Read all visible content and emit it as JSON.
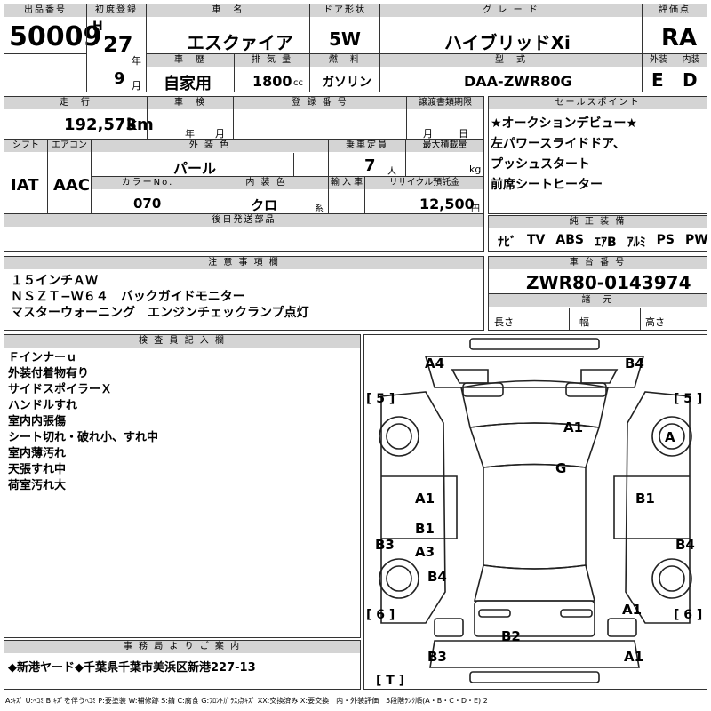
{
  "header": {
    "lot_label": "出品番号",
    "lot_no": "50009",
    "reg_label": "初度登録",
    "era": "H",
    "year": "27",
    "year_unit": "年",
    "month": "9",
    "month_unit": "月",
    "name_label": "車　名",
    "name": "エスクァイア",
    "door_label": "ドア形状",
    "door": "5W",
    "grade_label": "グ レ ー ド",
    "grade": "ハイブリッドXi",
    "score_label": "評価点",
    "score": "RA",
    "history_label": "車　歴",
    "history": "自家用",
    "disp_label": "排 気 量",
    "disp": "1800",
    "disp_unit": "cc",
    "fuel_label": "燃　料",
    "fuel": "ガソリン",
    "model_label": "型　式",
    "model": "DAA-ZWR80G",
    "ext_label": "外装",
    "ext_score": "E",
    "int_label": "内装",
    "int_score": "D"
  },
  "spec": {
    "mileage_label": "走　行",
    "mileage": "192,573",
    "mileage_unit": "km",
    "inspection_label": "車　検",
    "insp_year": "年",
    "insp_month": "月",
    "plate_label": "登 録 番 号",
    "transfer_label": "譲渡書類期限",
    "transfer_month": "月",
    "transfer_day": "日",
    "shift_label": "シフト",
    "shift": "IAT",
    "ac_label": "エアコン",
    "ac": "AAC",
    "color_label": "外 装 色",
    "color": "パール",
    "seats_label": "乗車定員",
    "seats": "7",
    "seats_unit": "人",
    "load_label": "最大積載量",
    "load_unit": "kg",
    "colorno_label": "カラーNo.",
    "colorno": "070",
    "interior_label": "内 装 色",
    "interior": "クロ",
    "interior_unit": "系",
    "import_label": "輸 入 車",
    "recycle_label": "リサイクル預託金",
    "recycle": "12,500",
    "recycle_unit": "円",
    "later_label": "後日発送部品"
  },
  "sales": {
    "label": "セールスポイント",
    "lines": [
      "★オークションデビュー★",
      "左パワースライドドア、",
      "プッシュスタート",
      "前席シートヒーター"
    ]
  },
  "equip": {
    "label": "純 正 装 備",
    "items": [
      "ﾅﾋﾞ",
      "TV",
      "ABS",
      "ｴｱB",
      "ｱﾙﾐ",
      "PS",
      "PW"
    ]
  },
  "notes": {
    "label": "注 意 事 項 欄",
    "lines": [
      "１５インチＡＷ",
      "ＮＳＺＴ−Ｗ６４　バックガイドモニター",
      "マスターウォーニング　エンジンチェックランプ点灯"
    ]
  },
  "chassis": {
    "label": "車 台 番 号",
    "no": "ZWR80-0143974",
    "dims_label": "諸　元",
    "length": "長さ",
    "width": "幅",
    "height": "高さ"
  },
  "inspector": {
    "label": "検 査 員 記 入 欄",
    "lines": [
      "Ｆインナーｕ",
      "外装付着物有り",
      "サイドスポイラーＸ",
      "ハンドルすれ",
      "室内内張傷",
      "シート切れ・破れ小、すれ中",
      "室内薄汚れ",
      "天張すれ中",
      "荷室汚れ大"
    ]
  },
  "office": {
    "label": "事 務 局 よ り ご 案 内",
    "text": "◆新港ヤード◆千葉県千葉市美浜区新港227-13"
  },
  "legend": "A:ｷｽﾞ U:ﾍｺﾐ B:ｷｽﾞを伴うﾍｺﾐ P:要塗装 W:補修跡 S:錆 C:腐食 G:ﾌﾛﾝﾄｶﾞﾗｽ点ｷｽﾞ XX:交換済み X:要交換　内・外装評価　5段階ﾗﾝｸ順(A・B・C・D・E) 2",
  "diagram": {
    "marks": [
      "A4",
      "B4",
      "A1",
      "A",
      "G",
      "A1",
      "B1",
      "B1",
      "A3",
      "B3",
      "B4",
      "B4",
      "A1",
      "B2",
      "B3",
      "A1"
    ],
    "brackets": [
      "[ 5 ]",
      "[ 5 ]",
      "[ 6 ]",
      "[ 6 ]",
      "[ T ]"
    ]
  }
}
